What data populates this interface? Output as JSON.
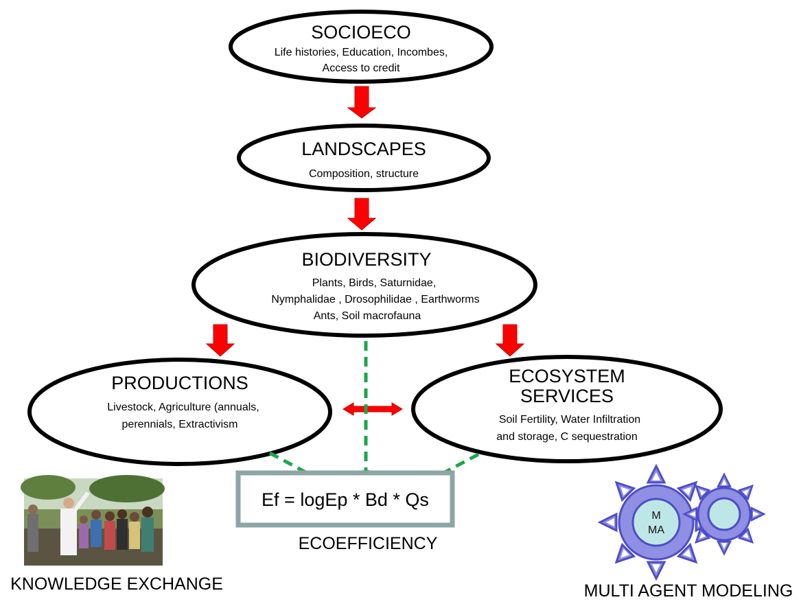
{
  "nodes": {
    "socioeco": {
      "title": "SOCIOECO",
      "line1": "Life histories, Education, Incombes,",
      "line2": "Access to credit"
    },
    "landscapes": {
      "title": "LANDSCAPES",
      "line1": "Composition, structure"
    },
    "biodiversity": {
      "title": "BIODIVERSITY",
      "line1": "Plants, Birds, Saturnidae,",
      "line2": "Nymphalidae    , Drosophilidae  , Earthworms",
      "line3": "Ants, Soil macrofauna"
    },
    "productions": {
      "title": "PRODUCTIONS",
      "line1": "Livestock, Agriculture (annuals,",
      "line2": "perennials,  Extractivism"
    },
    "ecosystem_services": {
      "title_line1": "ECOSYSTEM",
      "title_line2": "SERVICES",
      "line1": "Soil Fertility, Water  Infiltration",
      "line2": "and storage,   C sequestration"
    }
  },
  "formula": "Ef = logEp * Bd * Qs",
  "captions": {
    "ecoefficiency": "ECOEFFICIENCY",
    "knowledge_exchange": "KNOWLEDGE EXCHANGE",
    "multi_agent_modeling": "MULTI AGENT MODELING"
  },
  "mma_icon": {
    "line1": "M",
    "line2": "MA"
  },
  "colors": {
    "solid_arrow": "#ff0000",
    "dashed_arrow": "#1aa84a",
    "formula_border": "#8ea5a5",
    "gear_fill": "#8f8fe3",
    "gear_center": "#bfe6e6"
  },
  "icons": {
    "photo": "knowledge-exchange-photo",
    "gears": "multi-agent-gear-icon"
  }
}
